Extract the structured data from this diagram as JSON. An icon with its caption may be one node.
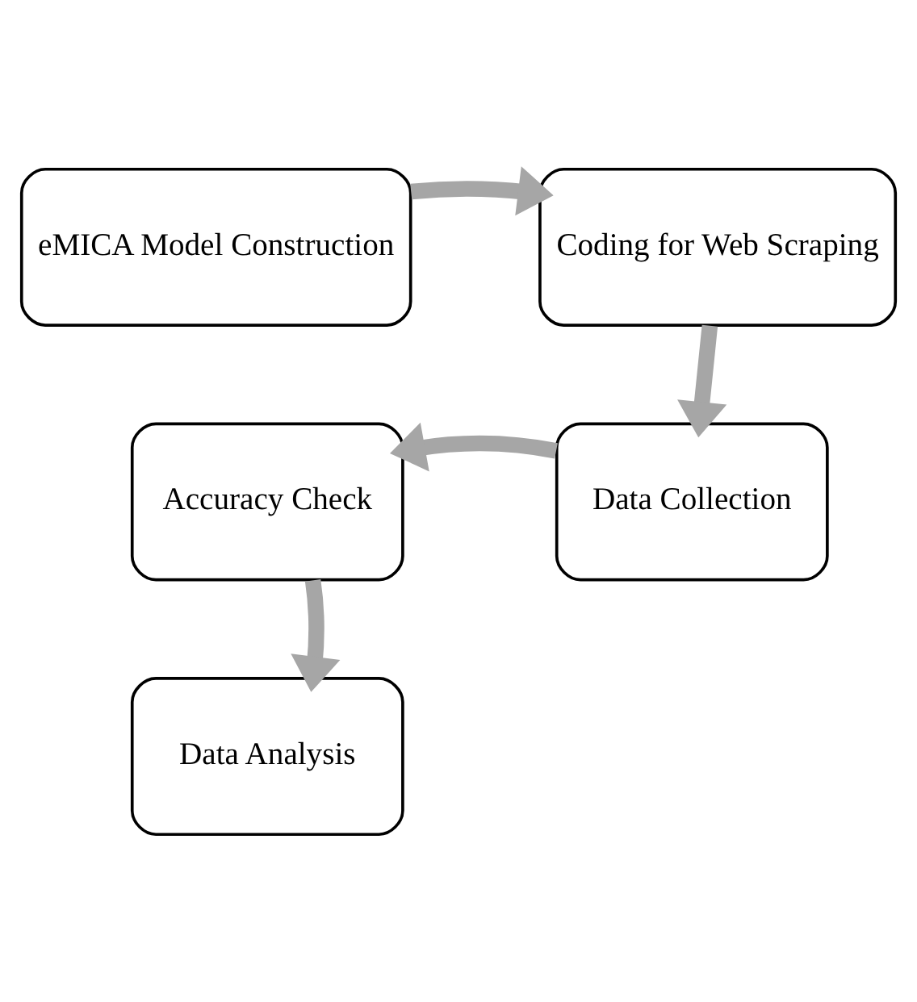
{
  "diagram": {
    "nodes": [
      {
        "text": [
          "eMICA Model Construction"
        ]
      },
      {
        "text": [
          "Coding for Web Scraping"
        ]
      },
      {
        "text": [
          "Data Collection"
        ]
      },
      {
        "text": [
          "Accuracy Check"
        ]
      },
      {
        "text": [
          "Data Analysis"
        ]
      }
    ],
    "edges": [
      {
        "from": 0,
        "to": 1,
        "arrow": "to"
      },
      {
        "from": 1,
        "to": 2,
        "arrow": "to"
      },
      {
        "from": 2,
        "to": 3,
        "arrow": "to"
      },
      {
        "from": 3,
        "to": 4,
        "arrow": "to"
      }
    ]
  }
}
